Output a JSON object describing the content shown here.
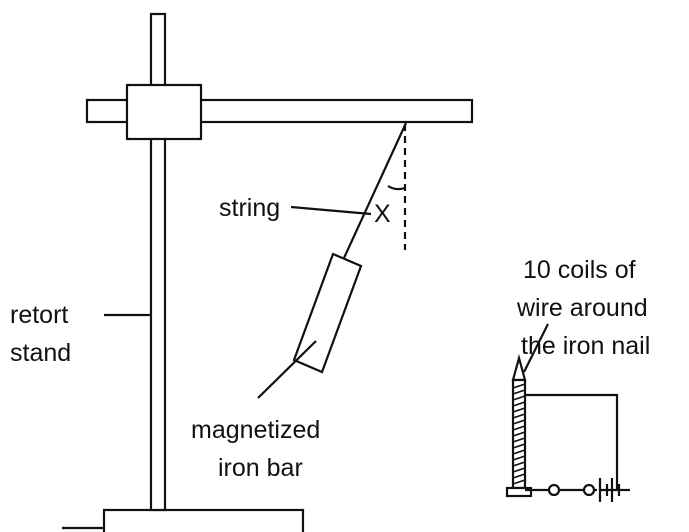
{
  "labels": {
    "string": "string",
    "angle": "X",
    "retort_line1": "retort",
    "retort_line2": "stand",
    "bar_line1": "magnetized",
    "bar_line2": "iron bar",
    "coils_line1": "10 coils of",
    "coils_line2": "wire around",
    "coils_line3": "the iron nail"
  },
  "colors": {
    "ink": "#111111",
    "background": "#ffffff"
  }
}
